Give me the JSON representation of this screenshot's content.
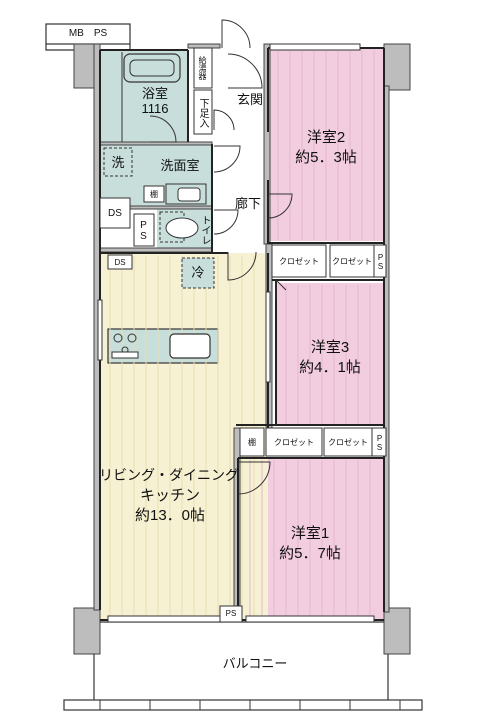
{
  "plan": {
    "mb_ps": "MB　PS",
    "water_heater": "給湯器",
    "bathroom": {
      "name": "浴室",
      "size": "1116"
    },
    "shoe_box": "下足入",
    "entrance": "玄関",
    "washbasin": "洗面室",
    "washer": "洗",
    "shelf": "棚",
    "ds": "DS",
    "ps": "PS",
    "toilet": "トイレ",
    "hallway": "廊下",
    "fridge": "冷",
    "closet": "クロゼット",
    "ldk": {
      "name": "リビング・ダイニング",
      "name2": "キッチン",
      "size": "約13．0帖"
    },
    "room1": {
      "name": "洋室1",
      "size": "約5．7帖"
    },
    "room2": {
      "name": "洋室2",
      "size": "約5．3帖"
    },
    "room3": {
      "name": "洋室3",
      "size": "約4．1帖"
    },
    "balcony": "バルコニー"
  }
}
